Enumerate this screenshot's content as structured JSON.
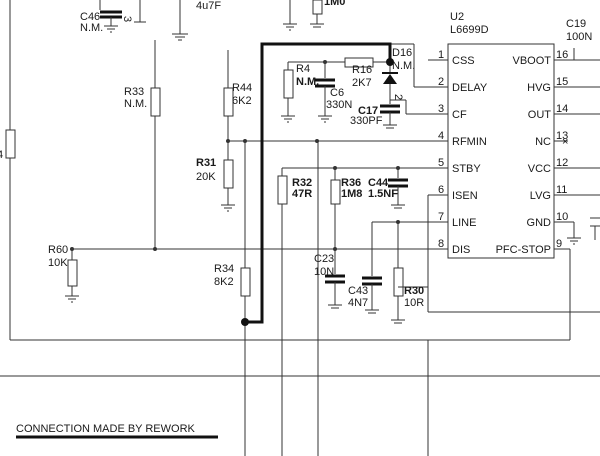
{
  "ic": {
    "ref": "U2",
    "part": "L6699D",
    "left_pins": [
      {
        "num": "1",
        "name": "CSS"
      },
      {
        "num": "2",
        "name": "DELAY"
      },
      {
        "num": "3",
        "name": "CF"
      },
      {
        "num": "4",
        "name": "RFMIN"
      },
      {
        "num": "5",
        "name": "STBY"
      },
      {
        "num": "6",
        "name": "ISEN"
      },
      {
        "num": "7",
        "name": "LINE"
      },
      {
        "num": "8",
        "name": "DIS"
      }
    ],
    "right_pins": [
      {
        "num": "16",
        "name": "VBOOT"
      },
      {
        "num": "15",
        "name": "HVG"
      },
      {
        "num": "14",
        "name": "OUT"
      },
      {
        "num": "13",
        "name": "NC"
      },
      {
        "num": "12",
        "name": "VCC"
      },
      {
        "num": "11",
        "name": "LVG"
      },
      {
        "num": "10",
        "name": "GND"
      },
      {
        "num": "9",
        "name": "PFC-STOP"
      }
    ]
  },
  "components": {
    "C46": {
      "ref": "C46",
      "value": "N.M."
    },
    "cap_top": {
      "value": "4u7F"
    },
    "top_label": {
      "text": "1M0"
    },
    "C19": {
      "ref": "C19",
      "value": "100N"
    },
    "R33": {
      "ref": "R33",
      "value": "N.M."
    },
    "R44": {
      "ref": "R44",
      "value": "6K2"
    },
    "R4": {
      "ref": "R4",
      "value": "N.M."
    },
    "C6": {
      "ref": "C6",
      "value": "330N"
    },
    "R16": {
      "ref": "R16",
      "value": "2K7"
    },
    "D16": {
      "ref": "D16",
      "value": "N.M."
    },
    "C17": {
      "ref": "C17",
      "value": "330PF"
    },
    "R31": {
      "ref": "R31",
      "value": "20K"
    },
    "R32": {
      "ref": "R32",
      "value": "47R"
    },
    "R36": {
      "ref": "R36",
      "value": "1M8"
    },
    "C44": {
      "ref": "C44",
      "value": "1.5NF"
    },
    "R60": {
      "ref": "R60",
      "value": "10K"
    },
    "R34": {
      "ref": "R34",
      "value": "8K2"
    },
    "C23": {
      "ref": "C23",
      "value": "10N"
    },
    "C43": {
      "ref": "C43",
      "value": "4N7"
    },
    "R30": {
      "ref": "R30",
      "value": "10R"
    }
  },
  "pin_marks": {
    "d16_pin": "2",
    "left_pin": "3",
    "left_edge": "4",
    "nc_mark": "×"
  },
  "note": {
    "text": "CONNECTION MADE BY REWORK"
  }
}
